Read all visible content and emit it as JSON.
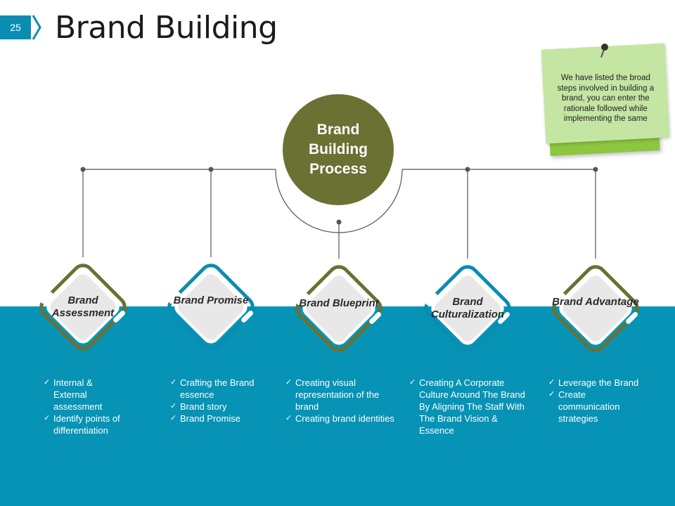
{
  "slide": {
    "page_number": "25",
    "title": "Brand Building"
  },
  "center": {
    "label": "Brand Building Process"
  },
  "note": {
    "text": "We have listed the broad steps involved in building a brand, you can enter the rationale followed while implementing the same"
  },
  "steps": [
    {
      "label": "Brand Assessment",
      "bullets": [
        "Internal & External assessment",
        "Identify points of differentiation"
      ]
    },
    {
      "label": "Brand Promise",
      "bullets": [
        "Crafting the Brand essence",
        "Brand story",
        "Brand Promise"
      ]
    },
    {
      "label": "Brand Blueprint",
      "bullets": [
        "Creating visual representation of the brand",
        "Creating brand identities"
      ]
    },
    {
      "label": "Brand Culturalization",
      "bullets": [
        "Creating A Corporate Culture Around The Brand By Aligning The Staff With The Brand Vision & Essence"
      ]
    },
    {
      "label": "Brand Advantage",
      "bullets": [
        "Leverage the Brand",
        "Create communication strategies"
      ]
    }
  ],
  "colors": {
    "olive": "#6b7132",
    "teal": "#0693b5",
    "note_green": "#c5e5a3"
  }
}
